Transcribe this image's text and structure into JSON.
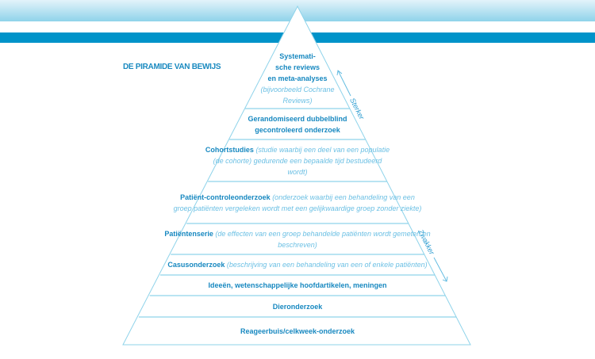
{
  "title": "DE PIRAMIDE VAN BEWIJS",
  "colors": {
    "accent": "#0093c9",
    "text": "#1788c0",
    "line": "#8fd3ea"
  },
  "arrows": {
    "up": "Sterker",
    "down": "Zwakker"
  },
  "tiers": [
    {
      "bold": "Systemati-\nsche reviews\nen meta-analyses",
      "desc": "(bijvoorbeeld Cochrane Reviews)"
    },
    {
      "bold": "Gerandomiseerd dubbelblind gecontroleerd onderzoek",
      "desc": ""
    },
    {
      "bold": "Cohortstudies",
      "desc": "(studie waarbij een deel van een populatie (de cohorte) gedurende een bepaalde tijd bestudeerd wordt)"
    },
    {
      "bold": "Patiënt-controleonderzoek",
      "desc": "(onderzoek waarbij een behandeling van een groep patiënten vergeleken wordt met een gelijkwaardige groep zonder ziekte)"
    },
    {
      "bold": "Patiëntenserie",
      "desc": "(de effecten van een groep behandelde patiënten wordt gemeten en beschreven)"
    },
    {
      "bold": "Casusonderzoek",
      "desc": "(beschrijving van een behandeling van een of enkele patiënten)"
    },
    {
      "bold": "Ideeën, wetenschappelijke hoofdartikelen, meningen",
      "desc": ""
    },
    {
      "bold": "Dieronderzoek",
      "desc": ""
    },
    {
      "bold": "Reageerbuis/celkweek-onderzoek",
      "desc": ""
    }
  ]
}
